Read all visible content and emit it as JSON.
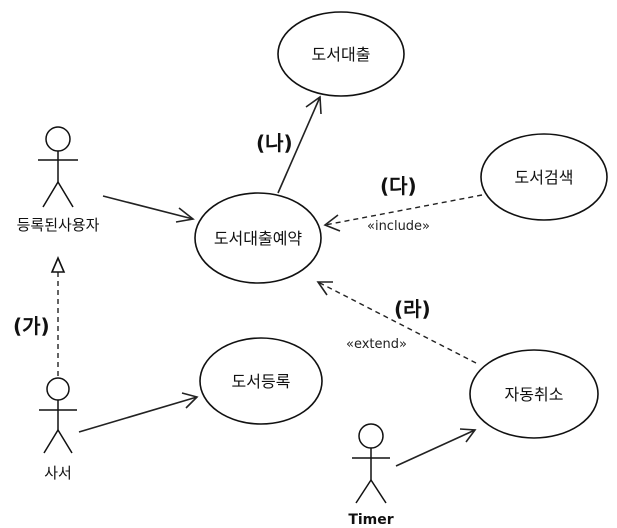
{
  "use_cases": {
    "loan": "도서대출",
    "reserve": "도서대출예약",
    "search": "도서검색",
    "register": "도서등록",
    "auto_cancel": "자동취소"
  },
  "actors": {
    "registered_user": "등록된사용자",
    "librarian": "사서",
    "timer": "Timer"
  },
  "markers": {
    "ga": "(가)",
    "na": "(나)",
    "da": "(다)",
    "ra": "(라)"
  },
  "stereotypes": {
    "include": "«include»",
    "extend": "«extend»"
  }
}
